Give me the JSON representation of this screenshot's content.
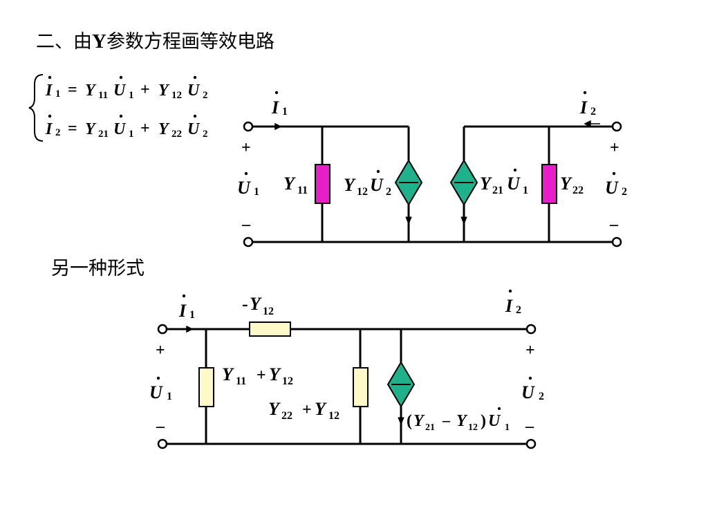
{
  "heading": {
    "prefix": "二、由",
    "latin": "Y",
    "suffix": "参数方程画等效电路"
  },
  "subheading": "另一种形式",
  "equations": {
    "eq1": {
      "lhs_sym": "I",
      "lhs_sub": "1",
      "eq": "=",
      "t1_sym": "Y",
      "t1_sub": "11",
      "t1_var": "U",
      "t1_var_sub": "1",
      "plus": "+",
      "t2_sym": "Y",
      "t2_sub": "12",
      "t2_var": "U",
      "t2_var_sub": "2"
    },
    "eq2": {
      "lhs_sym": "I",
      "lhs_sub": "2",
      "eq": "=",
      "t1_sym": "Y",
      "t1_sub": "21",
      "t1_var": "U",
      "t1_var_sub": "1",
      "plus": "+",
      "t2_sym": "Y",
      "t2_sub": "22",
      "t2_var": "U",
      "t2_var_sub": "2"
    }
  },
  "circuit1": {
    "i1": {
      "sym": "I",
      "sub": "1"
    },
    "i2": {
      "sym": "I",
      "sub": "2"
    },
    "u1": {
      "sym": "U",
      "sub": "1"
    },
    "u2": {
      "sym": "U",
      "sub": "2"
    },
    "plus": "+",
    "minus": "–",
    "y11": {
      "sym": "Y",
      "sub": "11"
    },
    "src1": {
      "sym": "Y",
      "sub": "12",
      "var": "U",
      "var_sub": "2"
    },
    "src2": {
      "sym": "Y",
      "sub": "21",
      "var": "U",
      "var_sub": "1"
    },
    "y22": {
      "sym": "Y",
      "sub": "22"
    }
  },
  "circuit2": {
    "i1": {
      "sym": "I",
      "sub": "1"
    },
    "i2": {
      "sym": "I",
      "sub": "2"
    },
    "u1": {
      "sym": "U",
      "sub": "1"
    },
    "u2": {
      "sym": "U",
      "sub": "2"
    },
    "plus": "+",
    "minus": "–",
    "series": {
      "neg": "-",
      "sym": "Y",
      "sub": "12"
    },
    "shunt1": {
      "a": "Y",
      "a_sub": "11",
      "plus": "+",
      "b": "Y",
      "b_sub": "12"
    },
    "shunt2": {
      "a": "Y",
      "a_sub": "22",
      "plus": "+",
      "b": "Y",
      "b_sub": "12"
    },
    "src": {
      "open": "(",
      "a": "Y",
      "a_sub": "21",
      "minus": "–",
      "b": "Y",
      "b_sub": "12",
      "close": ")",
      "var": "U",
      "var_sub": "1"
    }
  },
  "colors": {
    "wire": "#000000",
    "admittance_magenta": "#e81ec8",
    "admittance_cream": "#fff8c8",
    "source_teal": "#1fb08c"
  }
}
